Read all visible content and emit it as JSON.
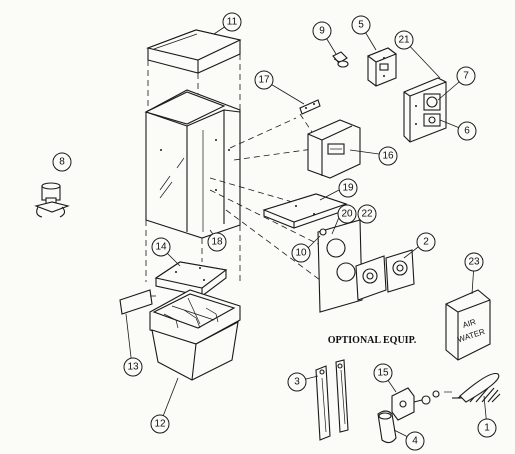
{
  "optional_label": "OPTIONAL EQUIP.",
  "sign_text": {
    "line1": "AIR",
    "line2": "WATER"
  },
  "parts": {
    "p1": "1",
    "p2": "2",
    "p3": "3",
    "p4": "4",
    "p5": "5",
    "p6": "6",
    "p7": "7",
    "p8": "8",
    "p9": "9",
    "p10": "10",
    "p11": "11",
    "p12": "12",
    "p13": "13",
    "p14": "14",
    "p15": "15",
    "p16": "16",
    "p17": "17",
    "p18": "18",
    "p19": "19",
    "p20": "20",
    "p21": "21",
    "p22": "22",
    "p23": "23"
  }
}
